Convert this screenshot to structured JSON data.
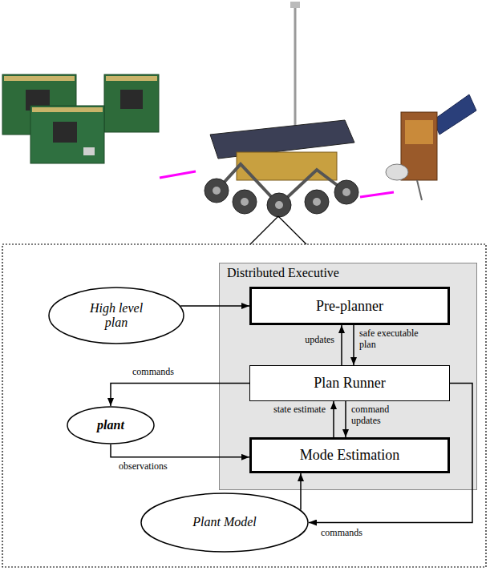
{
  "diagram": {
    "nodes": [
      {
        "text": [
          "Distributed Executive"
        ]
      },
      {
        "text": [
          "Pre-planner"
        ],
        "in": 0
      },
      {
        "text": [
          "Plan Runner"
        ],
        "in": 0
      },
      {
        "text": [
          "Mode Estimation"
        ],
        "in": 0
      },
      {
        "text": [
          "High level plan"
        ]
      },
      {
        "text": [
          "plant"
        ]
      },
      {
        "text": [
          "Plant Model"
        ]
      }
    ],
    "edges": [
      {
        "from": 4,
        "to": 1,
        "arrow": "to"
      },
      {
        "from": 2,
        "to": 1,
        "label": "updates",
        "arrow": "to"
      },
      {
        "from": 1,
        "to": 2,
        "label": "safe executable plan",
        "arrow": "to"
      },
      {
        "from": 2,
        "to": 5,
        "label": "commands",
        "arrow": "to"
      },
      {
        "from": 5,
        "to": 3,
        "label": "observations",
        "arrow": "to"
      },
      {
        "from": 3,
        "to": 2,
        "label": "state estimate",
        "arrow": "to"
      },
      {
        "from": 2,
        "to": 3,
        "label": "command updates",
        "arrow": "to"
      },
      {
        "from": 6,
        "to": 3,
        "arrow": "to"
      },
      {
        "from": 2,
        "to": 6,
        "label": "commands",
        "arrow": "to"
      }
    ]
  }
}
